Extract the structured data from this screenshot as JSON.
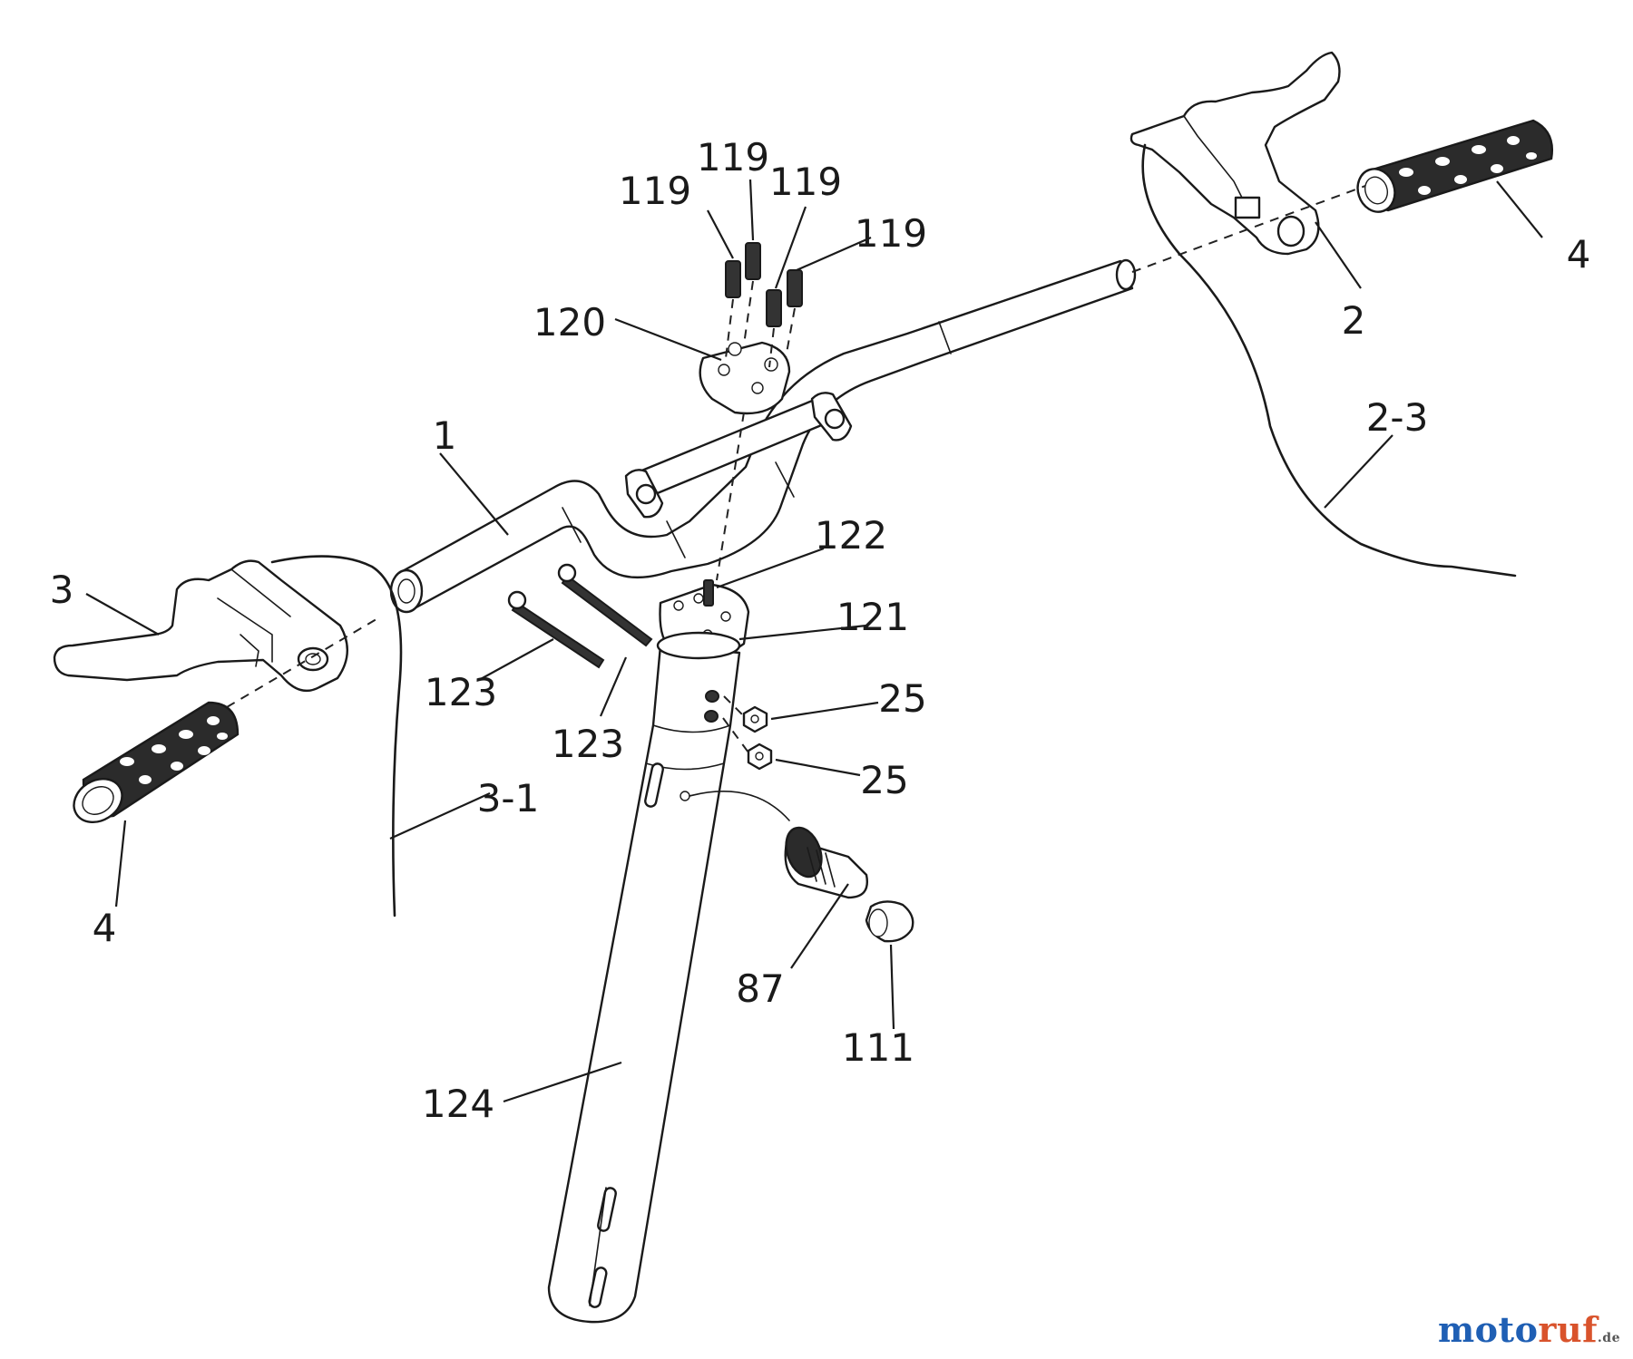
{
  "labels": {
    "p1": "1",
    "p2": "2",
    "p2_3": "2-3",
    "p3": "3",
    "p3_1": "3-1",
    "p4_left": "4",
    "p4_right": "4",
    "p25_a": "25",
    "p25_b": "25",
    "p87": "87",
    "p111": "111",
    "p119_a": "119",
    "p119_b": "119",
    "p119_c": "119",
    "p119_d": "119",
    "p120": "120",
    "p121": "121",
    "p122": "122",
    "p123_a": "123",
    "p123_b": "123",
    "p124": "124"
  },
  "watermark": {
    "part1": "moto",
    "part2": "ruf",
    "part3": ".de"
  }
}
